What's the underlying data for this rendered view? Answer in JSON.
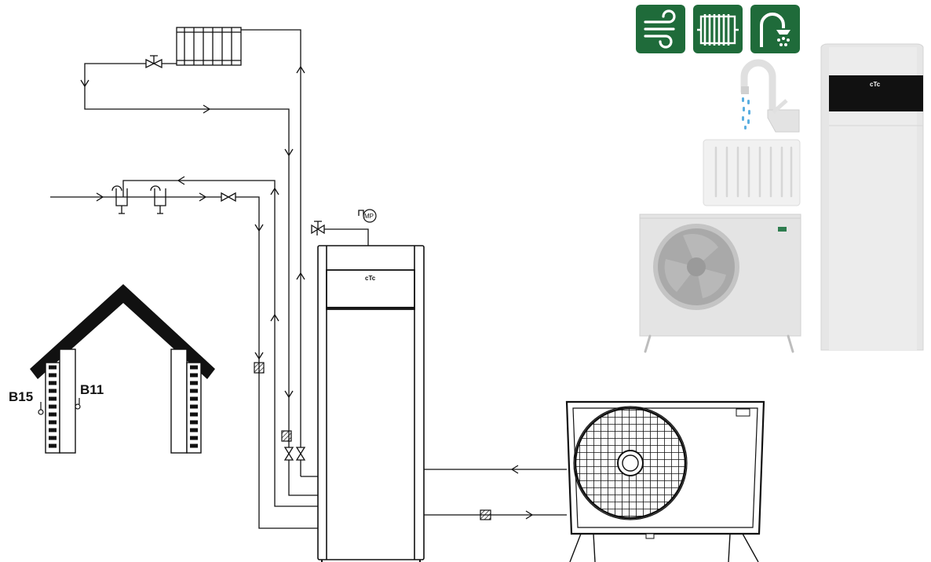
{
  "sensors": {
    "b15": "B15",
    "b11": "B11"
  },
  "gauge": {
    "label": "MP"
  },
  "brand": {
    "logo": "cTc"
  },
  "icons": [
    "ventilation-icon",
    "radiator-icon",
    "hot-water-shower-icon"
  ],
  "colors": {
    "icon_tile": "#1f6b3a",
    "water_drop": "#5aaee0",
    "line": "#111111",
    "product_panel": "#e4e4e4",
    "display": "#111111"
  }
}
